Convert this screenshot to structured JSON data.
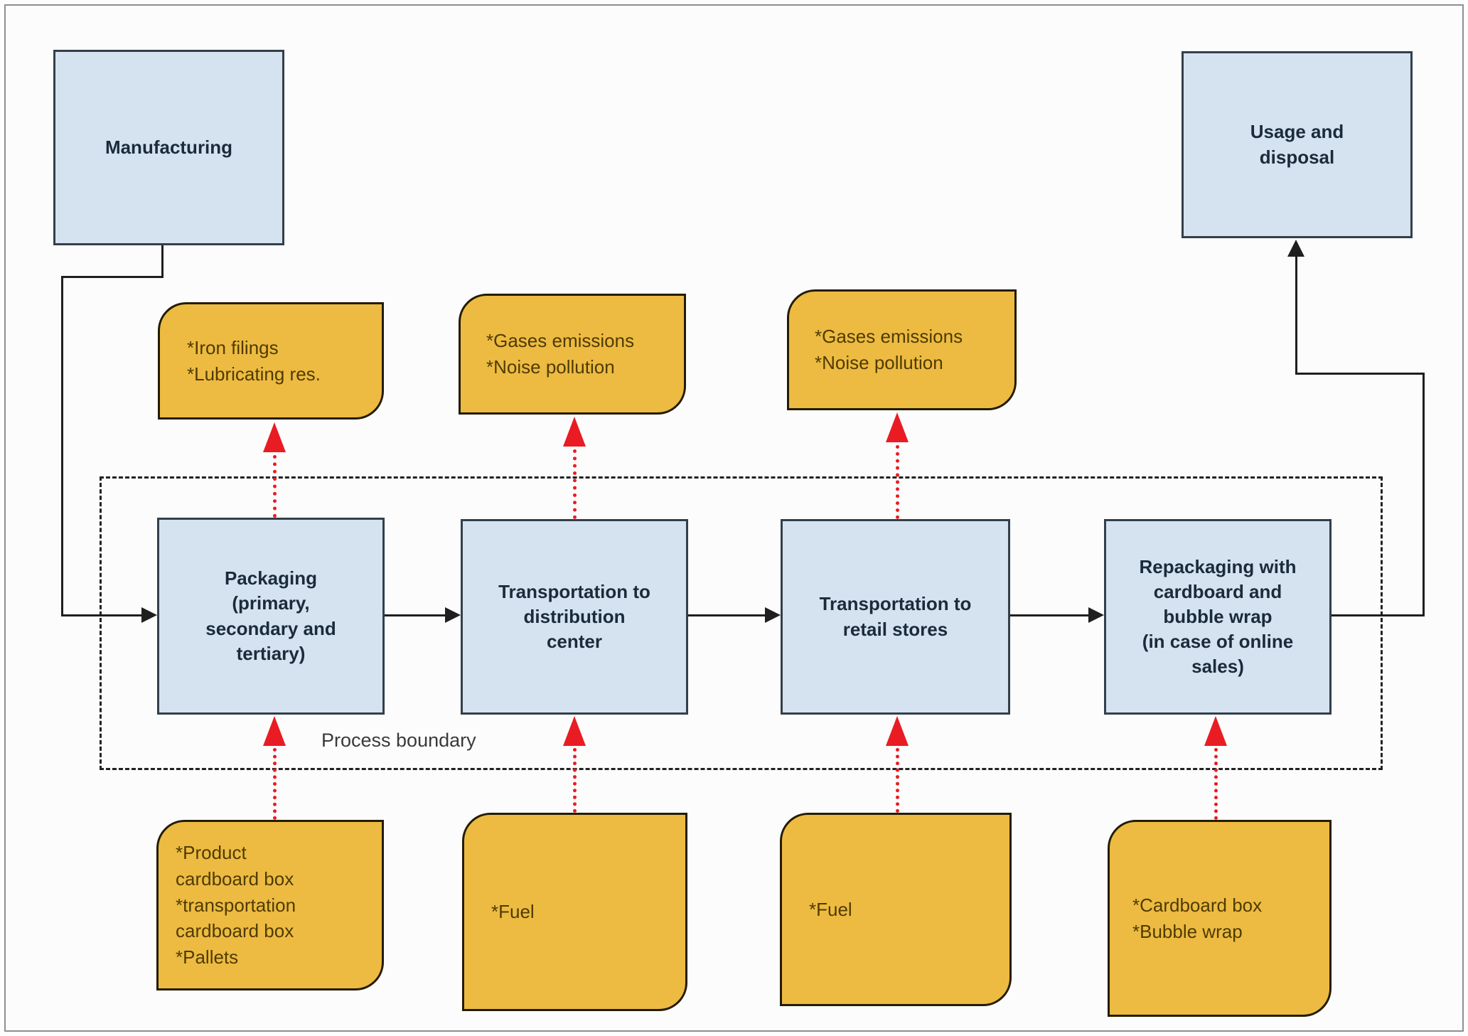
{
  "diagram": {
    "title_hint": "Packaging life-cycle process flow diagram",
    "process_boxes": {
      "manufacturing": {
        "label": "Manufacturing"
      },
      "usage_disposal": {
        "label": "Usage and\ndisposal"
      },
      "packaging": {
        "label": "Packaging\n(primary,\nsecondary and\ntertiary)"
      },
      "transport_distribution": {
        "label": "Transportation to\ndistribution\ncenter"
      },
      "transport_retail": {
        "label": "Transportation to\nretail stores"
      },
      "repackaging": {
        "label": "Repackaging with\ncardboard and\nbubble wrap\n(in case of online\nsales)"
      }
    },
    "output_boxes": {
      "iron_filings": {
        "text": "*Iron filings\n*Lubricating res."
      },
      "gases_1": {
        "text": "*Gases emissions\n*Noise pollution"
      },
      "gases_2": {
        "text": "*Gases emissions\n*Noise pollution"
      }
    },
    "input_boxes": {
      "product_cardboard": {
        "text": "*Product cardboard box\n*transportation cardboard box\n*Pallets"
      },
      "fuel_1": {
        "text": "*Fuel"
      },
      "fuel_2": {
        "text": "*Fuel"
      },
      "cardboard_bubble": {
        "text": "*Cardboard box\n*Bubble wrap"
      }
    },
    "boundary": {
      "label": "Process boundary"
    },
    "colors": {
      "process_fill": "#d5e3f0",
      "process_border": "#333f4b",
      "io_fill": "#edbb42",
      "io_border": "#231c06",
      "flow_line": "#1f1f1f",
      "emission_arrow": "#e91c23",
      "boundary_dash": "#222222"
    }
  }
}
